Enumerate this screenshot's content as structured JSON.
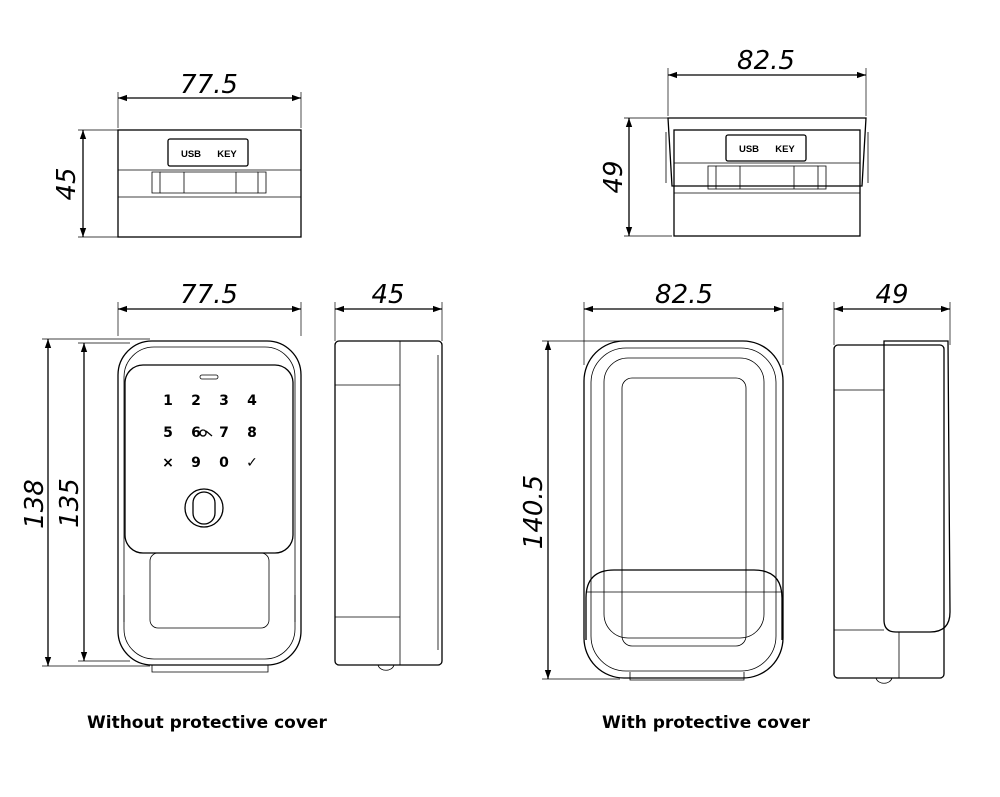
{
  "views": {
    "top_bare": {
      "width": "77.5",
      "height": "45",
      "port_labels": [
        "USB",
        "KEY"
      ]
    },
    "top_covered": {
      "width": "82.5",
      "height": "49",
      "port_labels": [
        "USB",
        "KEY"
      ]
    },
    "front_bare": {
      "width": "77.5",
      "height_outer": "138",
      "height_inner": "135",
      "keypad": [
        "1",
        "2",
        "3",
        "4",
        "5",
        "6",
        "7",
        "8",
        "×",
        "9",
        "0",
        "✓"
      ]
    },
    "side_bare": {
      "depth": "45"
    },
    "front_covered": {
      "width": "82.5",
      "height": "140.5"
    },
    "side_covered": {
      "depth": "49"
    }
  },
  "captions": {
    "left": "Without protective cover",
    "right": "With protective cover"
  }
}
